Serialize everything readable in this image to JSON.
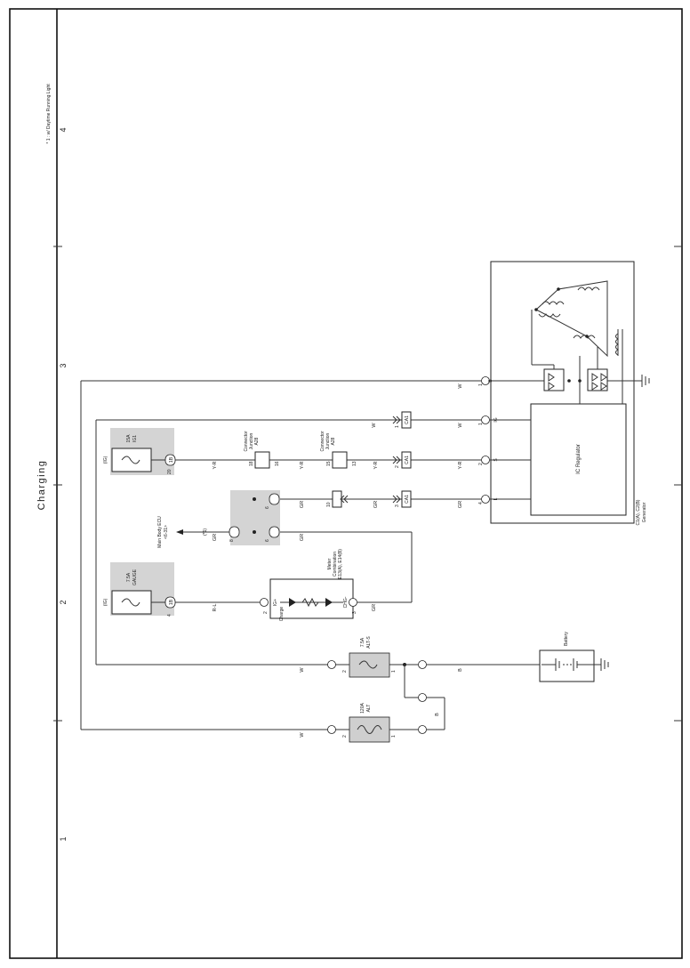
{
  "page": {
    "title": "Charging",
    "footnote": "* 1 : w/ Daytime Running Light",
    "grid_numbers": [
      "4",
      "3",
      "2",
      "1"
    ]
  },
  "components": {
    "generator": {
      "ref": "C1(A), C2(B)",
      "name": "Generator",
      "regulator": "IC Regulator",
      "pins": [
        {
          "pin": "1",
          "code": "B"
        },
        {
          "pin": "1",
          "code": "IG"
        },
        {
          "pin": "2",
          "code": "S"
        },
        {
          "pin": "4",
          "code": "L"
        }
      ]
    },
    "battery": {
      "name": "Battery"
    },
    "fuse_alt": {
      "rating": "120A",
      "name": "ALT",
      "pin_in": "1",
      "pin_out": "2"
    },
    "fuse_alt_s": {
      "rating": "7.5A",
      "name": "ALT-S",
      "pin_in": "1",
      "pin_out": "2"
    },
    "fuse_igt": {
      "rating": "15A",
      "name": "IG1",
      "source": "(IG)",
      "pin": "20",
      "conn": "1B"
    },
    "fuse_gauge": {
      "rating": "7.5A",
      "name": "GAUGE",
      "source": "(IG)",
      "pin": "4",
      "conn": "1B"
    },
    "meter": {
      "ref": "E13(A), E14(B)",
      "name1": "Combination",
      "name2": "Meter",
      "lamp": "Charge",
      "pin_ig": "IG+",
      "pin_chg": "CHG-",
      "pin_ig_num": "2",
      "pin_chg_num": "3"
    },
    "jb1": {
      "label": "A28",
      "name1": "Junction",
      "name2": "Connector",
      "pin_a": "16",
      "pin_b": "18"
    },
    "jb2": {
      "label": "A28",
      "name1": "Junction",
      "name2": "Connector",
      "pin_a": "13",
      "pin_b": "15"
    },
    "ecu": {
      "name": "Main Body ECU",
      "ref": "<6-31>",
      "mark": "(*1)"
    },
    "connectors": {
      "ca1a": "CA1",
      "ca1b": "CA1",
      "ca1c": "CA1",
      "n8": "8",
      "n6": "6",
      "n6b": "6",
      "n10": "10"
    }
  },
  "wires": {
    "w": "W",
    "yr": "Y-R",
    "gr": "GR",
    "rl": "R-L",
    "b": "B"
  },
  "pins": {
    "p1": "1",
    "p2": "2",
    "p3": "3",
    "p4": "4",
    "p10": "10",
    "p16": "16",
    "p18": "18",
    "p13": "13",
    "p15": "15"
  }
}
